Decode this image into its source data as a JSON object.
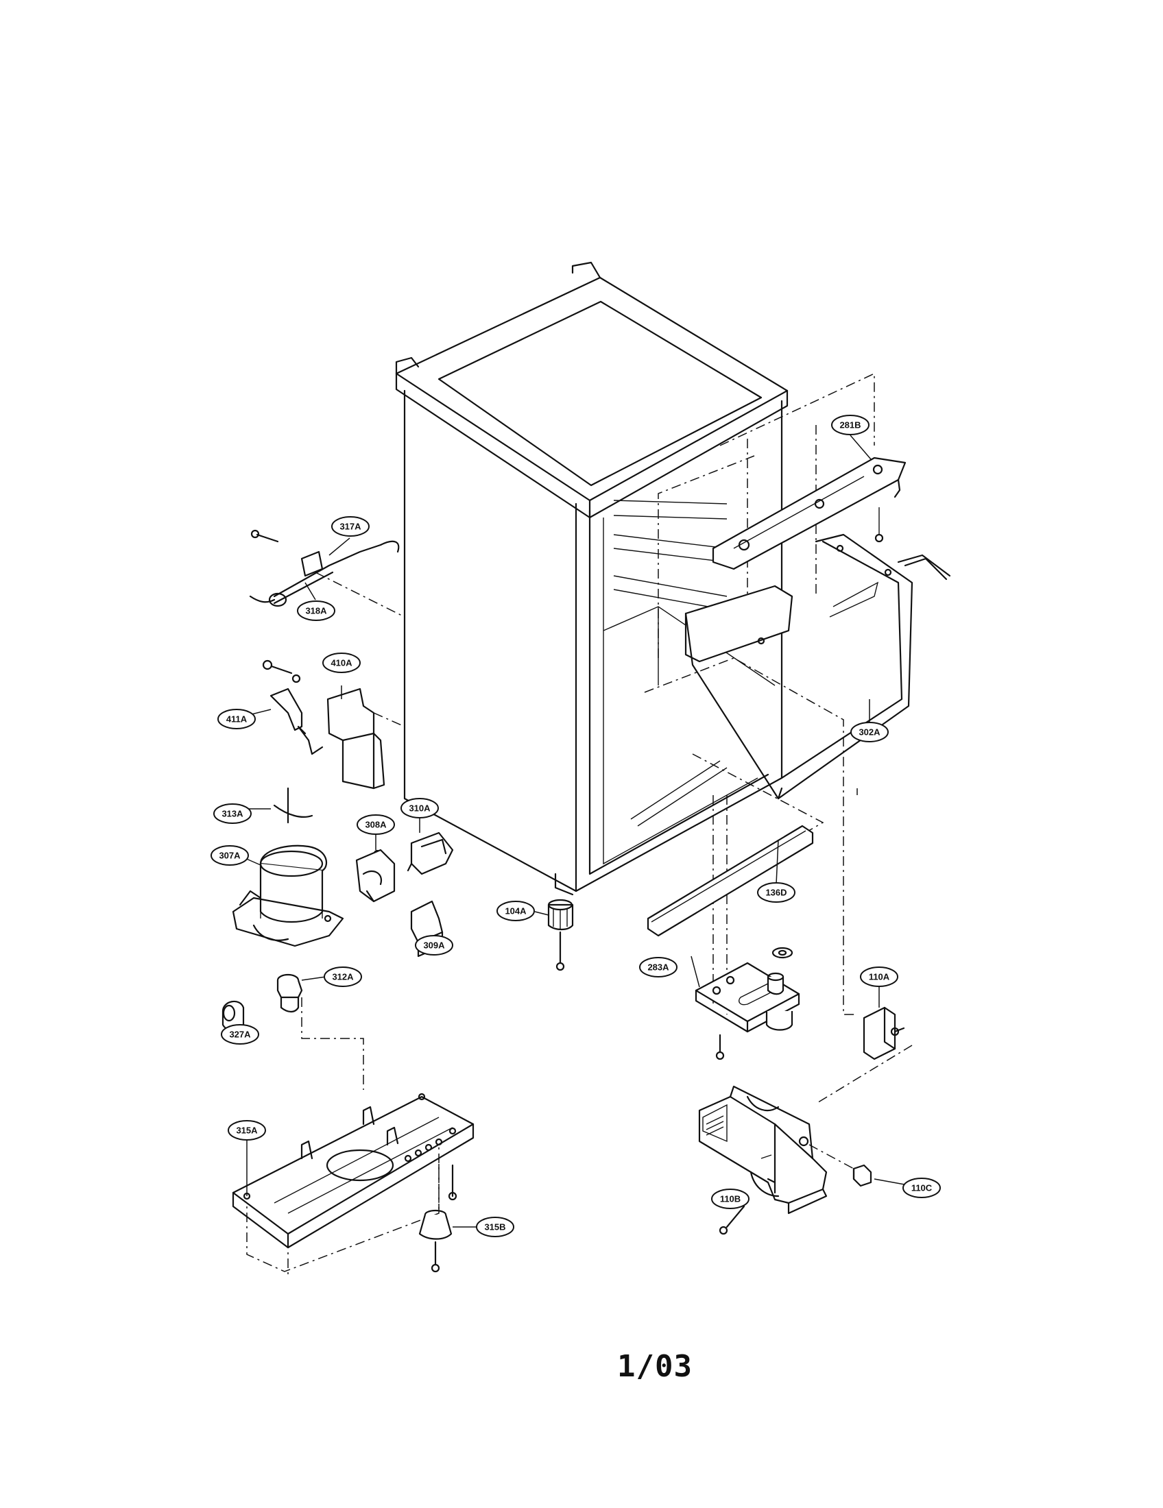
{
  "page_number": "1/03",
  "callouts": [
    {
      "key": "281B",
      "label": "281B"
    },
    {
      "key": "317A",
      "label": "317A"
    },
    {
      "key": "318A",
      "label": "318A"
    },
    {
      "key": "410A",
      "label": "410A"
    },
    {
      "key": "411A",
      "label": "411A"
    },
    {
      "key": "302A",
      "label": "302A"
    },
    {
      "key": "313A",
      "label": "313A"
    },
    {
      "key": "308A",
      "label": "308A"
    },
    {
      "key": "310A",
      "label": "310A"
    },
    {
      "key": "307A",
      "label": "307A"
    },
    {
      "key": "136D",
      "label": "136D"
    },
    {
      "key": "104A",
      "label": "104A"
    },
    {
      "key": "309A",
      "label": "309A"
    },
    {
      "key": "283A",
      "label": "283A"
    },
    {
      "key": "312A",
      "label": "312A"
    },
    {
      "key": "110A",
      "label": "110A"
    },
    {
      "key": "327A",
      "label": "327A"
    },
    {
      "key": "315A",
      "label": "315A"
    },
    {
      "key": "110C",
      "label": "110C"
    },
    {
      "key": "110B",
      "label": "110B"
    },
    {
      "key": "315B",
      "label": "315B"
    }
  ]
}
